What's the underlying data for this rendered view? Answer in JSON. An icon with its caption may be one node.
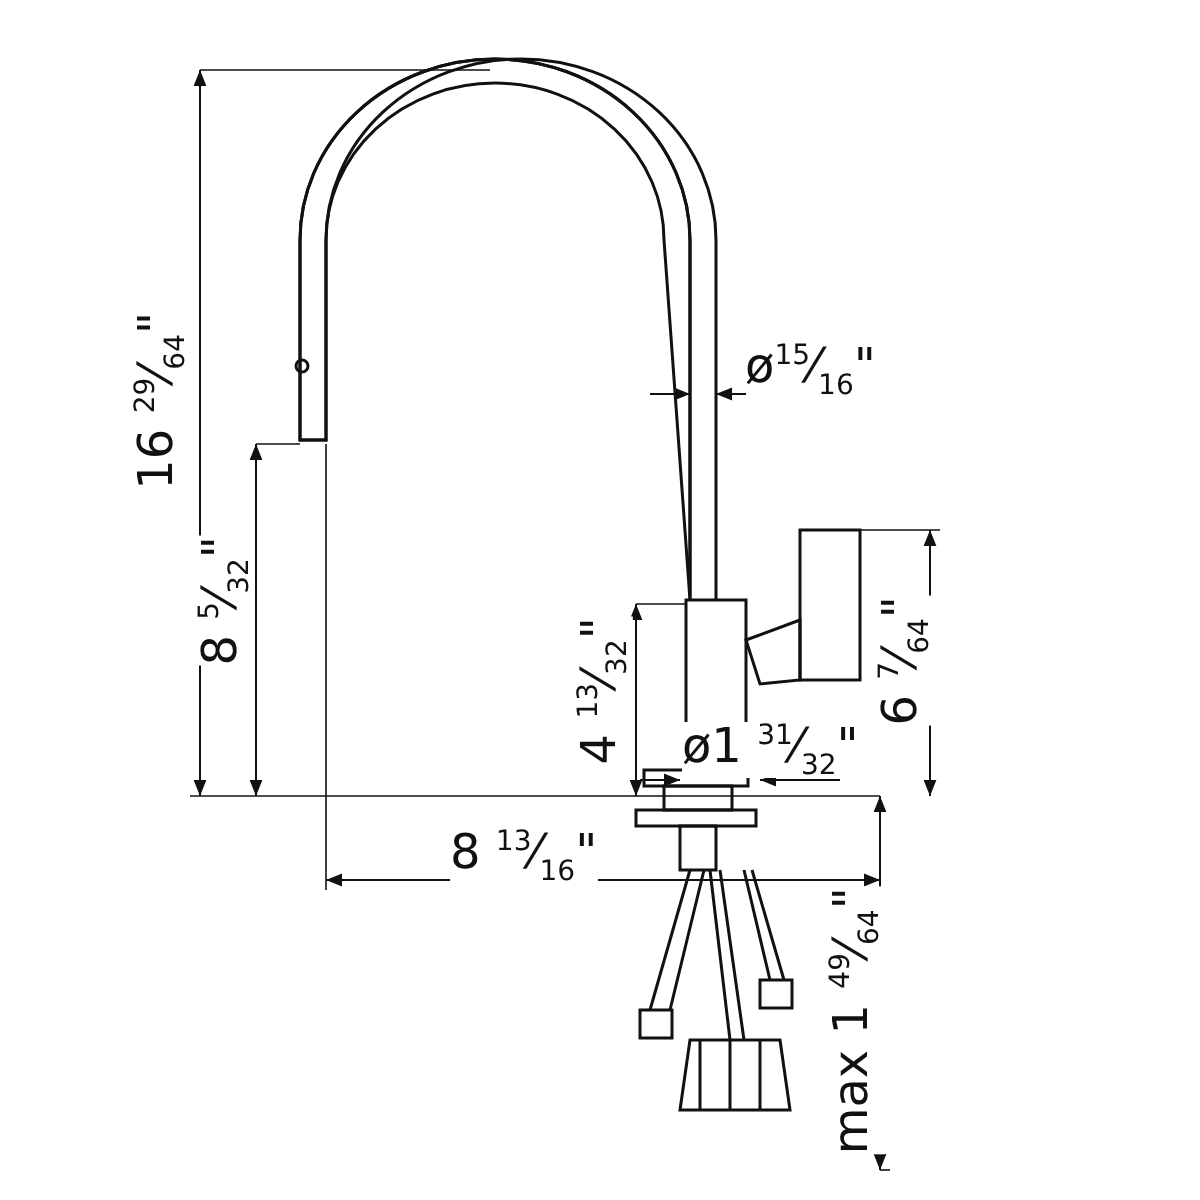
{
  "diagram": {
    "labels": [
      "16 $^{29}$⁄$_{64}$\"",
      "ø$^{15}$⁄$_{16}$\"",
      "8 $^{5}$⁄$_{32}$\"",
      "4 $^{13}$⁄$_{32}$\"",
      "6 $^{7}$⁄$_{64}$\"",
      "ø1 $^{31}$⁄$_{32}$\"",
      "8 $^{13}$⁄$_{16}$\"",
      "max 1 $^{49}$⁄$_{64}$\""
    ]
  }
}
